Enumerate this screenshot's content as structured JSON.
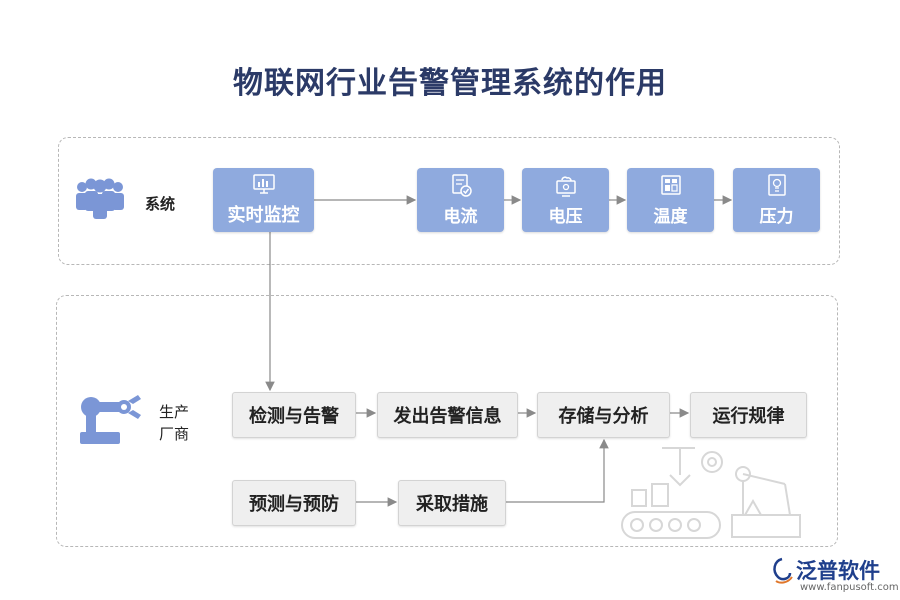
{
  "title": "物联网行业告警管理系统的作用",
  "system": {
    "label": "系统",
    "monitor": "实时监控",
    "items": [
      "电流",
      "电压",
      "温度",
      "压力"
    ]
  },
  "manufacturer": {
    "label_line1": "生产",
    "label_line2": "厂商",
    "flow": [
      "检测与告警",
      "发出告警信息",
      "存储与分析",
      "运行规律"
    ],
    "predict": "预测与预防",
    "action": "采取措施"
  },
  "brand": {
    "name": "泛普软件",
    "url": "www.fanpusoft.com"
  },
  "colors": {
    "title": "#2b3a67",
    "accent_blue": "#8faade",
    "icon_blue": "#7b96d6",
    "gray_box": "#efefef",
    "brand_blue": "#1f3f8c"
  }
}
